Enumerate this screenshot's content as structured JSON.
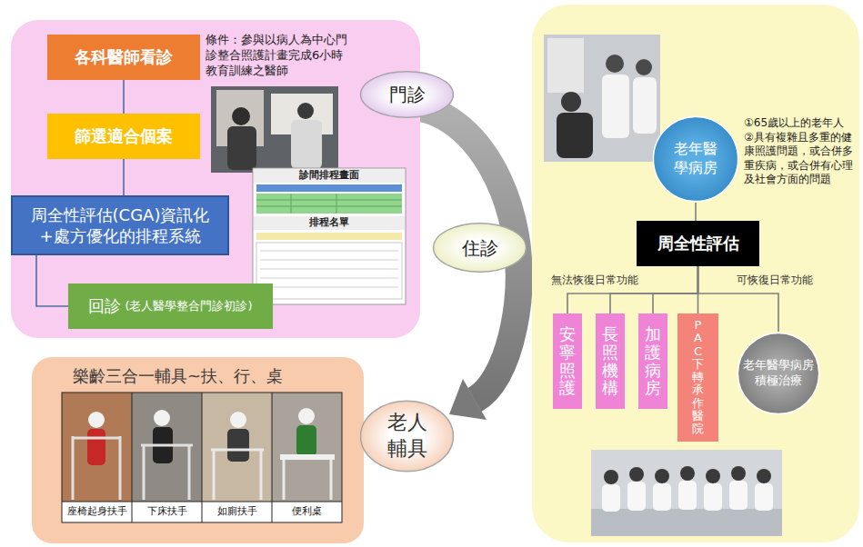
{
  "diagram": {
    "nodes": [
      {
        "text": [
          "條件：參與以病人為中心門診整合照護計畫完成6小時教育訓練之醫師"
        ]
      },
      {
        "text": [
          "各科醫師看診"
        ],
        "in": 0
      },
      {
        "text": [
          "篩選適合個案"
        ],
        "in": 0
      },
      {
        "text": [
          "周全性評估(CGA)資訊化+處方優化的排程系統"
        ],
        "in": 0
      },
      {
        "text": [
          "回診",
          "(老人醫學整合門診初診)"
        ],
        "in": 0
      },
      {
        "text": [
          "門診"
        ]
      },
      {
        "text": [
          "①65歲以上的老年人",
          "②具有複雜且多重的健康照護問題，或合併多重疾病，或合併有心理及社會方面的問題"
        ]
      },
      {
        "text": [
          "老年醫學病房"
        ],
        "in": 6
      },
      {
        "text": [
          "周全性評估"
        ],
        "in": 6
      },
      {
        "text": [
          "安寧照護"
        ],
        "in": 6
      },
      {
        "text": [
          "長照機構"
        ],
        "in": 6
      },
      {
        "text": [
          "加護病房"
        ],
        "in": 6
      },
      {
        "text": [
          "PAC下轉承作醫院"
        ],
        "in": 6
      },
      {
        "text": [
          "老年醫學病房積極治療"
        ],
        "in": 6
      },
      {
        "text": [
          "住診"
        ]
      },
      {
        "text": [
          "樂齡三合一輔具~扶、行、桌"
        ]
      },
      {
        "text": [
          "老人輔具"
        ]
      }
    ],
    "edges": [
      {
        "from": 1,
        "to": 2,
        "arrow": "none"
      },
      {
        "from": 2,
        "to": 3,
        "arrow": "none"
      },
      {
        "from": 3,
        "to": 4,
        "arrow": "none"
      },
      {
        "from": 7,
        "to": 8,
        "arrow": "none"
      },
      {
        "from": 8,
        "to": 9,
        "arrow": "none"
      },
      {
        "from": 8,
        "to": 10,
        "arrow": "none"
      },
      {
        "from": 8,
        "to": 11,
        "arrow": "none"
      },
      {
        "from": 8,
        "to": 12,
        "arrow": "none"
      },
      {
        "from": 8,
        "to": 13,
        "arrow": "none"
      }
    ],
    "labels": [
      "診間排程畫面",
      "排程名單",
      "無法恢復日常功能",
      "可恢復日常功能",
      "座椅起身扶手",
      "下床扶手",
      "如廁扶手",
      "便利桌"
    ]
  }
}
